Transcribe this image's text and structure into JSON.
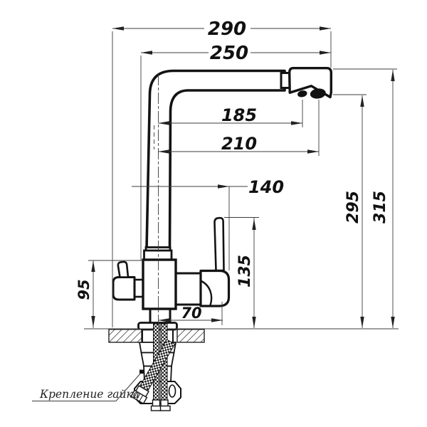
{
  "dimensions": {
    "total_width": "290",
    "spout_width": "250",
    "aerator_near": "185",
    "aerator_far": "210",
    "handle_offset": "140",
    "height_to_aerator": "295",
    "total_height": "315",
    "body_height": "95",
    "lever_height": "135",
    "handle_span": "70"
  },
  "labels": {
    "mounting_nut": "Крепление гайка"
  },
  "colors": {
    "outline": "#131313",
    "dimension_line": "#3c3c3c",
    "background": "#ffffff"
  }
}
